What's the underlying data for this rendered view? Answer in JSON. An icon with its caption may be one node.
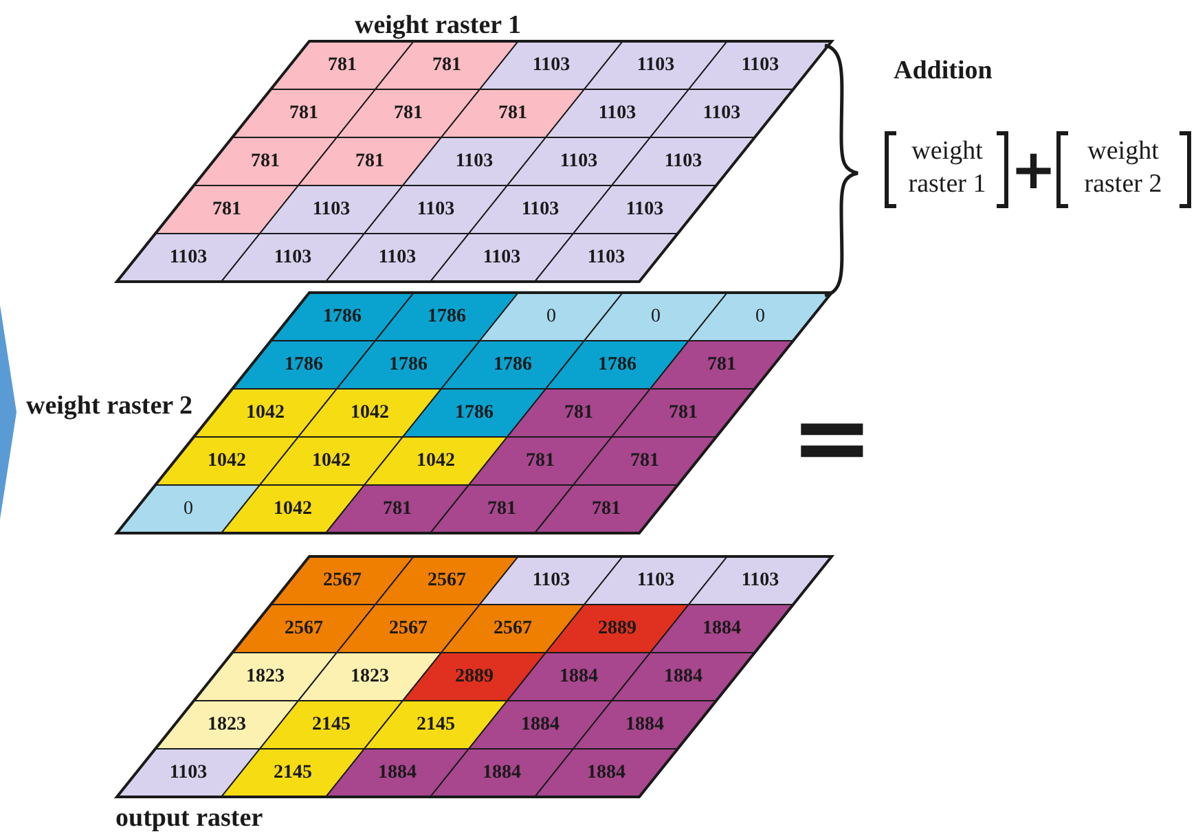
{
  "diagram": {
    "labels": [
      "weight raster 1",
      "781",
      "781",
      "1103",
      "1103",
      "1103",
      "781",
      "781",
      "781",
      "1103",
      "1103",
      "781",
      "781",
      "1103",
      "1103",
      "1103",
      "781",
      "1103",
      "1103",
      "1103",
      "1103",
      "1103",
      "1103",
      "1103",
      "1103",
      "1103",
      "Addition",
      "weight",
      "raster 1",
      "+",
      "weight",
      "raster 2",
      "weight raster 2",
      "1786",
      "1786",
      "0",
      "0",
      "0",
      "1786",
      "1786",
      "1786",
      "1786",
      "781",
      "1042",
      "1042",
      "1786",
      "781",
      "781",
      "1042",
      "1042",
      "1042",
      "781",
      "781",
      "0",
      "1042",
      "781",
      "781",
      "781",
      "=",
      "2567",
      "2567",
      "1103",
      "1103",
      "1103",
      "2567",
      "2567",
      "2567",
      "2889",
      "1884",
      "1823",
      "1823",
      "2889",
      "1884",
      "1884",
      "1823",
      "2145",
      "2145",
      "1884",
      "1884",
      "1103",
      "2145",
      "1884",
      "1884",
      "1884",
      "output raster"
    ]
  }
}
